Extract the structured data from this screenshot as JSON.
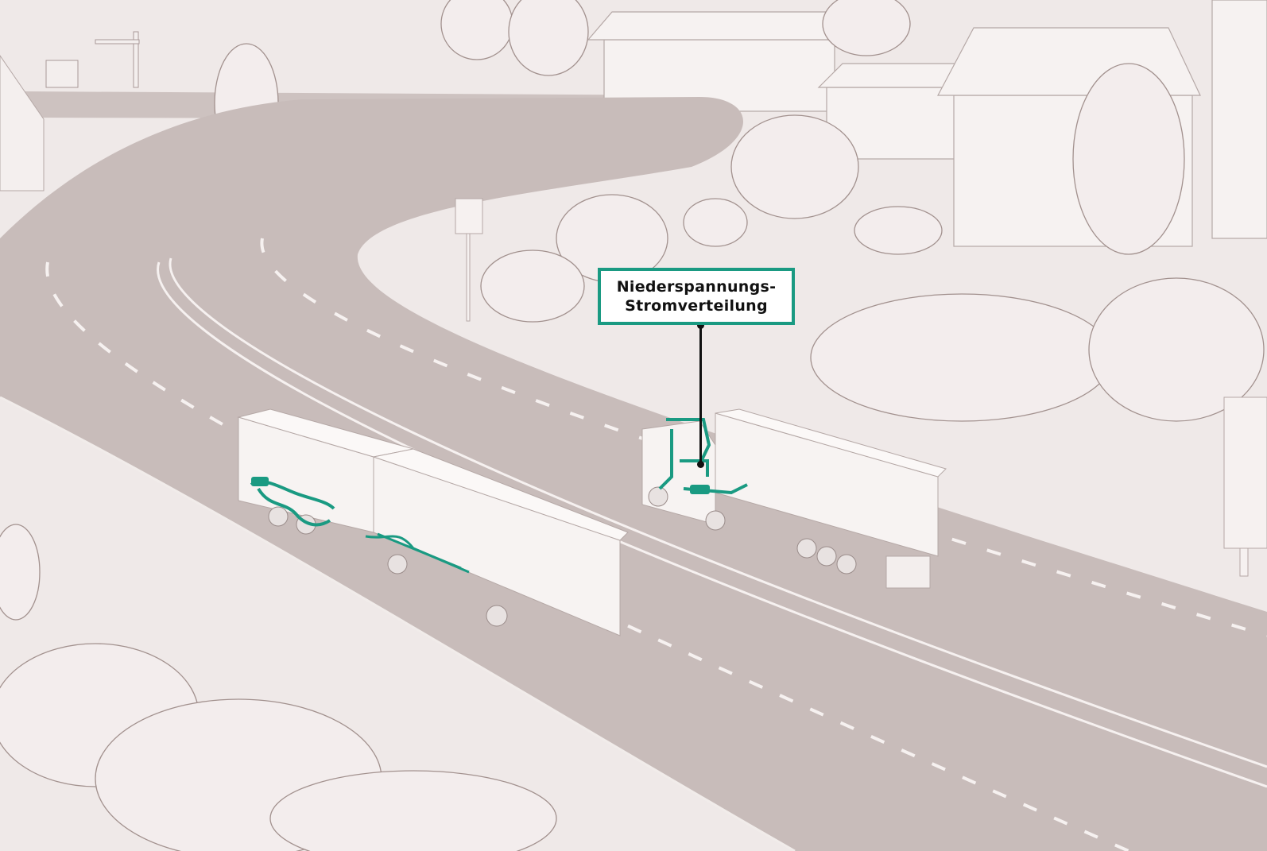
{
  "illustration": {
    "description": "Line-art street scene with articulated bus and semi-truck showing highlighted low-voltage wiring",
    "colors": {
      "background": "#efe9e8",
      "road": "#c8bcba",
      "road_markings": "#f6f1f0",
      "highlight_wiring": "#1a9a82",
      "callout_border": "#1a9a82",
      "callout_text": "#111111",
      "leader_line": "#111111"
    }
  },
  "callout": {
    "line1": "Niederspannungs-",
    "line2": "Stromverteilung",
    "target": "truck-cab-wiring"
  },
  "vehicles": [
    {
      "type": "articulated-bus",
      "highlight": "low-voltage wiring harness"
    },
    {
      "type": "semi-truck-with-trailer",
      "highlight": "low-voltage wiring harness"
    }
  ]
}
